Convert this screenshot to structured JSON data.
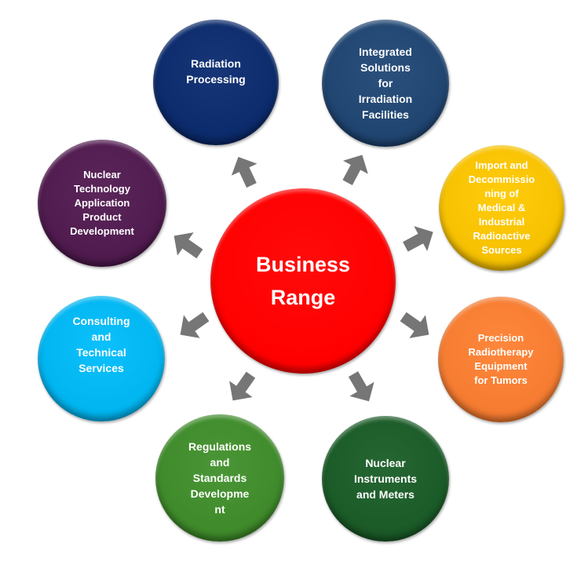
{
  "center": {
    "label": "Business\nRange",
    "color": "#ff0000"
  },
  "nodes": [
    {
      "id": "radiation-processing",
      "label": "Radiation\nProcessing",
      "color": "#0b2a6b"
    },
    {
      "id": "integrated-solutions",
      "label": "Integrated\nSolutions\nfor\nIrradiation\nFacilities",
      "color": "#1f4470"
    },
    {
      "id": "import-decommissioning",
      "label": "Import and\nDecommissio\nning of\nMedical &\nIndustrial\nRadioactive\nSources",
      "color": "#f5c000"
    },
    {
      "id": "precision-radiotherapy",
      "label": "Precision\nRadiotherapy\nEquipment\nfor Tumors",
      "color": "#f47b30"
    },
    {
      "id": "nuclear-instruments",
      "label": "Nuclear\nInstruments\nand Meters",
      "color": "#1a5a27"
    },
    {
      "id": "regulations-standards",
      "label": "Regulations\nand\nStandards\nDevelopme\nnt",
      "color": "#3e8a2a"
    },
    {
      "id": "consulting-technical",
      "label": "Consulting\nand\nTechnical\nServices",
      "color": "#00b4ef"
    },
    {
      "id": "nuclear-technology",
      "label": "Nuclear\nTechnology\nApplication\nProduct\nDevelopment",
      "color": "#4f1a4e"
    }
  ],
  "arrow_color": "#767676"
}
